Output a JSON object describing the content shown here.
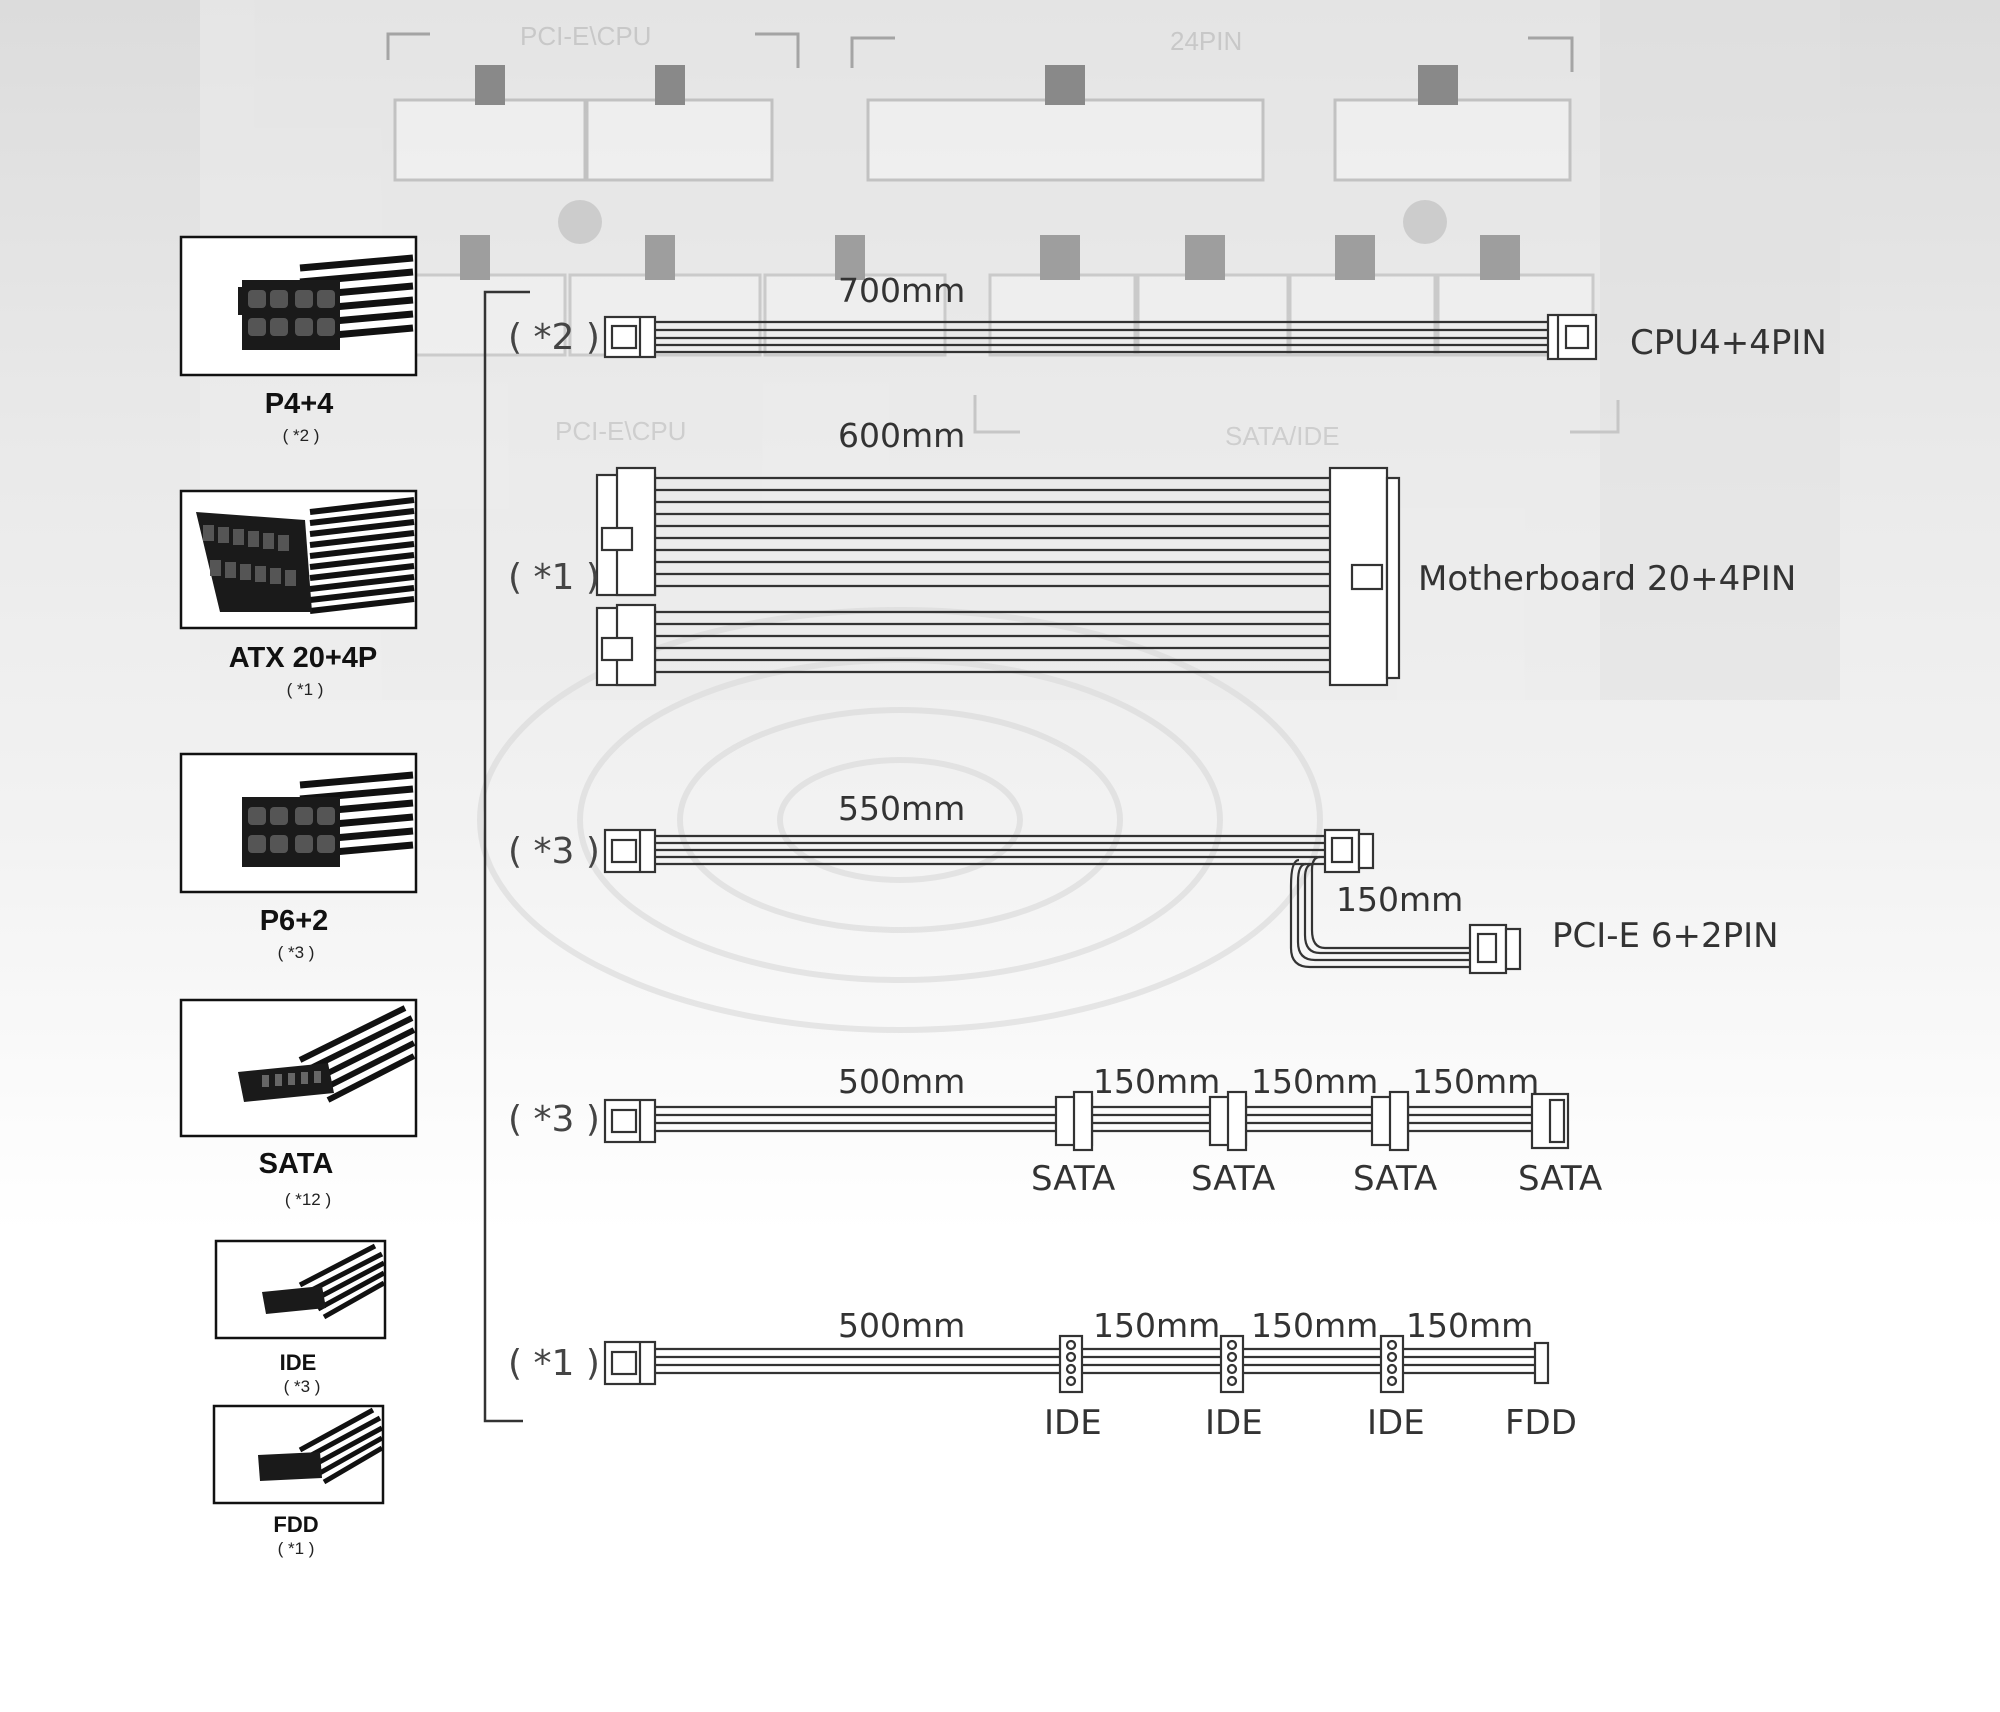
{
  "background": {
    "panel_labels": [
      "PCI-E\\CPU",
      "24PIN",
      "PCI-E\\CPU",
      "SATA/IDE"
    ]
  },
  "connector_icons": [
    {
      "name": "P4+4",
      "qty": "( *2 )"
    },
    {
      "name": "ATX 20+4P",
      "qty": "( *1 )"
    },
    {
      "name": "P6+2",
      "qty": "( *3 )"
    },
    {
      "name": "SATA",
      "qty": "( *12 )"
    },
    {
      "name": "IDE",
      "qty": "( *3 )"
    },
    {
      "name": "FDD",
      "qty": "( *1 )"
    }
  ],
  "cables": [
    {
      "count": "( *2 )",
      "main_length": "700mm",
      "end_label": "CPU4+4PIN"
    },
    {
      "count": "( *1 )",
      "main_length": "600mm",
      "end_label": "Motherboard 20+4PIN"
    },
    {
      "count": "( *3 )",
      "main_length": "550mm",
      "branch_length": "150mm",
      "end_label": "PCI-E 6+2PIN"
    },
    {
      "count": "( *3 )",
      "main_length": "500mm",
      "segment_lengths": [
        "150mm",
        "150mm",
        "150mm"
      ],
      "connector_labels": [
        "SATA",
        "SATA",
        "SATA",
        "SATA"
      ]
    },
    {
      "count": "( *1 )",
      "main_length": "500mm",
      "segment_lengths": [
        "150mm",
        "150mm",
        "150mm"
      ],
      "connector_labels": [
        "IDE",
        "IDE",
        "IDE",
        "FDD"
      ]
    }
  ],
  "colors": {
    "line": "#333333",
    "icon_fill": "#1a1a1a",
    "text": "#333333"
  }
}
